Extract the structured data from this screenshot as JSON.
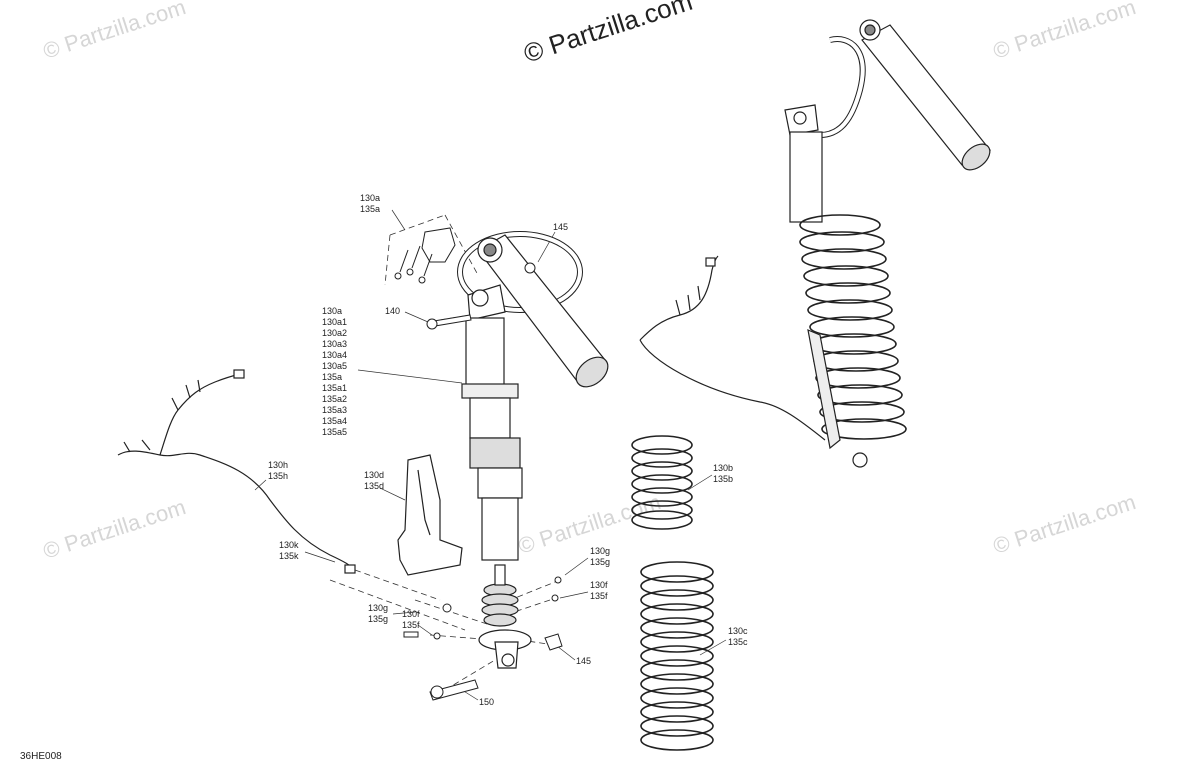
{
  "watermarks": {
    "main": "© Partzilla.com",
    "faint": "© Partzilla.com"
  },
  "diagram_code": "36HE008",
  "callouts": {
    "c130a_135a": "130a\n135a",
    "c145_top": "145",
    "c140": "140",
    "c130_group": "130a\n130a1\n130a2\n130a3\n130a4\n130a5\n135a\n135a1\n135a2\n135a3\n135a4\n135a5",
    "c130h_135h": "130h\n135h",
    "c130d_135d": "130d\n135d",
    "c130k_135k": "130k\n135k",
    "c130g_135g_right": "130g\n135g",
    "c130f_135f_right": "130f\n135f",
    "c130g_135g_left": "130g\n135g",
    "c130f_135f_left": "130f\n135f",
    "c145_bottom": "145",
    "c150": "150",
    "c130b_135b": "130b\n135b",
    "c130c_135c": "130c\n135c"
  }
}
